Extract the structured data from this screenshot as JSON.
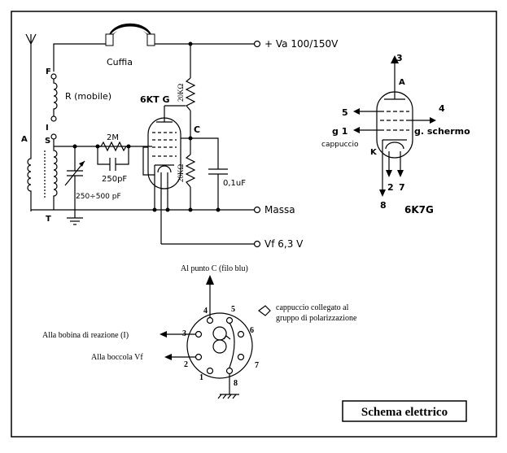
{
  "schematic": {
    "labels": {
      "cuffia": "Cuffia",
      "va": "+ Va 100/150V",
      "massa": "Massa",
      "vf": "Vf  6,3 V",
      "r_mobile": "R (mobile)",
      "tube_main": "6KT G",
      "r1": "20KΩ",
      "r2": "20KΩ",
      "point_c": "C",
      "c_grid_r": "2M",
      "c_grid_c": "250pF",
      "c_var": "250÷500 pF",
      "c_out": "0,1uF",
      "pin_f": "F",
      "pin_i": "I",
      "pin_s": "S",
      "pin_t": "T",
      "pin_a": "A"
    }
  },
  "tube_symbol": {
    "name": "6K7G",
    "pins": {
      "a_num": "3",
      "a_letter": "A",
      "p5": "5",
      "p4": "4",
      "g1": "g 1",
      "cappuccio": "cappuccio",
      "schermo": "g. schermo",
      "k": "K",
      "p2": "2",
      "p7": "7",
      "p8": "8"
    }
  },
  "socket": {
    "top_label": "Al punto C (filo blu)",
    "cap_label_1": "cappuccio collegato al",
    "cap_label_2": "gruppo di polarizzazione",
    "left_label_1": "Alla bobina di reazione (I)",
    "left_label_2": "Alla boccola Vf",
    "pins": [
      "1",
      "2",
      "3",
      "4",
      "5",
      "6",
      "7",
      "8"
    ]
  },
  "title_box": "Schema elettrico"
}
